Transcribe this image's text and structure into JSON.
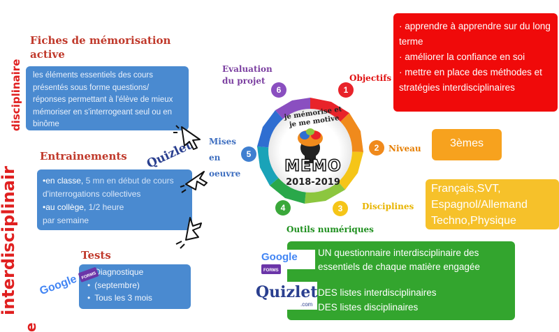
{
  "side_labels": {
    "disciplinaire": "disciplinaire",
    "interdisciplinaire": "interdisciplinair",
    "bottom": "e"
  },
  "center": {
    "arc_text": "je mémorise et je me motive",
    "memo": "MEMO",
    "years": "2018-2019"
  },
  "nodes": [
    {
      "number": "1",
      "label": "Objectifs",
      "color": "#e8232a"
    },
    {
      "number": "2",
      "label": "Niveau",
      "color": "#f08a1c"
    },
    {
      "number": "3",
      "label": "Disciplines",
      "color": "#f5c518"
    },
    {
      "number": "4",
      "label": "Outils numériques",
      "color": "#3aa83a"
    },
    {
      "number": "5",
      "label": "Mises en oeuvre",
      "color": "#3f7fd0"
    },
    {
      "number": "6",
      "label": "Evaluation du projet",
      "color": "#8a4fc0"
    }
  ],
  "objectifs": {
    "lines": [
      "· apprendre  à apprendre sur du long terme",
      "· améliorer la confiance en soi",
      "· mettre en place des méthodes et stratégies interdisciplinaires"
    ]
  },
  "niveau": {
    "value": "3èmes"
  },
  "disciplines": {
    "text": "Français,SVT, Espagnol/Allemand Techno,Physique"
  },
  "outils": {
    "google_line": "UN questionnaire interdisciplinaire des essentiels de chaque matière engagée",
    "quizlet_line1": "DES listes interdisciplinaires",
    "quizlet_line2": "DES listes disciplinaires"
  },
  "mises_en_oeuvre": {
    "mises": "Mises",
    "en": "en",
    "oeuvre": "oeuvre"
  },
  "evaluation": {
    "line1": "Evaluation",
    "line2": "du projet"
  },
  "fiches": {
    "title": "Fiches  de mémorisation active",
    "text": "les éléments essentiels des cours présentés sous forme questions/ réponses permettant à l'élève de mieux mémoriser en s'interrogeant  seul ou en binôme"
  },
  "entrainements": {
    "title": "Entrainements",
    "line1_a": "•en classe,",
    "line1_b": " 5 mn en début de cours",
    "line2": "d'interrogations collectives",
    "line3_a": "•au collège,",
    "line3_b": " 1/2 heure",
    "line4": "par semaine"
  },
  "tests": {
    "title": "Tests",
    "items": [
      "Diagnostique",
      "(septembre)",
      "Tous les 3 mois"
    ]
  },
  "logos": {
    "quizlet": "Quizlet",
    "quizlet_com": ".com",
    "google": "Google",
    "forms": "FORMS"
  }
}
